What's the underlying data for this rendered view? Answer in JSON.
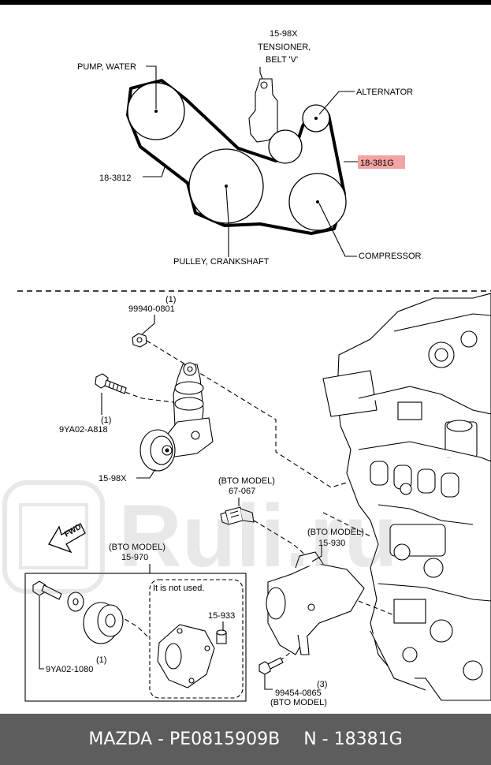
{
  "belt_diagram": {
    "labels": {
      "tensioner_part": "15-98X",
      "tensioner_name_1": "TENSIONER,",
      "tensioner_name_2": "BELT 'V'",
      "pump_water": "PUMP, WATER",
      "alternator": "ALTERNATOR",
      "belt_part": "18-3812",
      "highlight_part": "18-381G",
      "pulley_crankshaft": "PULLEY, CRANKSHAFT",
      "compressor": "COMPRESSOR"
    }
  },
  "exploded_view": {
    "labels": {
      "nut_qty": "(1)",
      "nut_part": "99940-0801",
      "bolt_qty": "(1)",
      "bolt_part": "9YA02-A818",
      "tensioner_part": "15-98X",
      "sensor_note": "(BTO MODEL)",
      "sensor_part": "67-067",
      "idler_note": "(BTO MODEL)",
      "idler_part": "15-970",
      "bracket_note": "(BTO MODEL)",
      "bracket_part": "15-930",
      "not_used_note": "It is not used.",
      "spacer_part": "15-933",
      "idler_bolt_qty": "(1)",
      "idler_bolt_part": "9YA02-1080",
      "bracket_bolt_qty": "(3)",
      "bracket_bolt_part": "99454-0865",
      "bracket_bolt_note": "(BTO MODEL)",
      "fwd": "FWD"
    }
  },
  "watermark": {
    "text": "Ruli.ru"
  },
  "footer": {
    "brand_part": "MAZDA - PE0815909B",
    "ref": "N - 18381G"
  },
  "colors": {
    "highlight": "#f3a3a3",
    "footer_bg": "#5d5d5d"
  }
}
